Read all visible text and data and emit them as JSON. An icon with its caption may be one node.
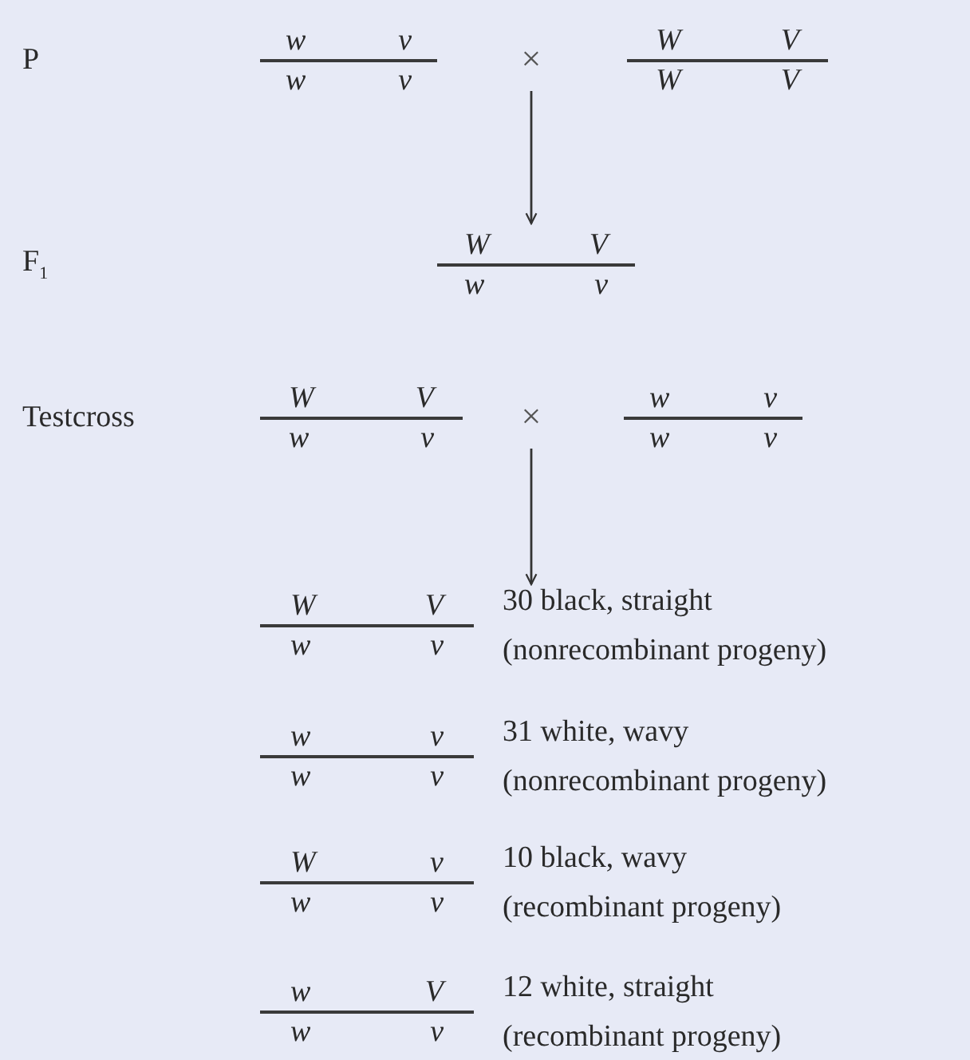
{
  "diagram": {
    "nodes": [
      {
        "text": [
          "w v",
          "w v"
        ]
      },
      {
        "text": [
          "×"
        ]
      },
      {
        "text": [
          "W V",
          "W V"
        ]
      },
      {
        "text": [
          "W V",
          "w v"
        ]
      },
      {
        "text": [
          "W V",
          "w v"
        ]
      },
      {
        "text": [
          "×"
        ]
      },
      {
        "text": [
          "w v",
          "w v"
        ]
      },
      {
        "text": [
          "W V",
          "w v"
        ],
        "beside": [
          "30 black, straight",
          "(nonrecombinant progeny)"
        ]
      },
      {
        "text": [
          "w v",
          "w v"
        ],
        "beside": [
          "31 white, wavy",
          "(nonrecombinant progeny)"
        ]
      },
      {
        "text": [
          "W v",
          "w v"
        ],
        "beside": [
          "10 black, wavy",
          "(recombinant progeny)"
        ]
      },
      {
        "text": [
          "w V",
          "w v"
        ],
        "beside": [
          "12 white, straight",
          "(recombinant progeny)"
        ]
      }
    ],
    "edges": [
      {
        "from": 1,
        "to": 3,
        "arrow": "to"
      },
      {
        "from": 5,
        "to": 7,
        "arrow": "to"
      }
    ],
    "labels": [
      "P",
      "F$_{1}$",
      "Testcross"
    ]
  }
}
